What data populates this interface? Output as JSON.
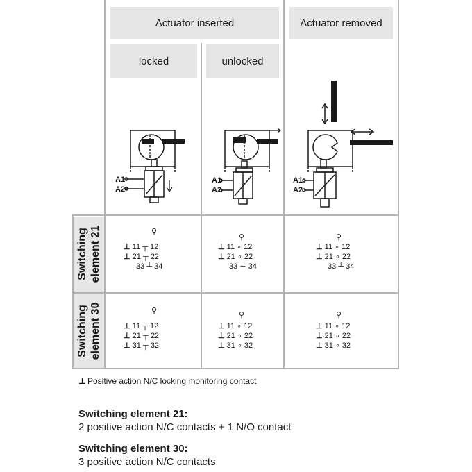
{
  "header": {
    "inserted": "Actuator inserted",
    "removed": "Actuator removed",
    "locked": "locked",
    "unlocked": "unlocked"
  },
  "rows": {
    "se21": "Switching element 21",
    "se21_line1": "Switching",
    "se21_line2": "element 21",
    "se30": "Switching element 30",
    "se30_line1": "Switching",
    "se30_line2": "element 30"
  },
  "terminals": {
    "a1": "A1",
    "a2": "A2"
  },
  "contacts": {
    "se21": [
      "11",
      "12",
      "21",
      "22",
      "33",
      "34"
    ],
    "se30": [
      "11",
      "12",
      "21",
      "22",
      "31",
      "32"
    ]
  },
  "footnote": "Positive action N/C locking monitoring contact",
  "description": {
    "se21_title": "Switching element 21:",
    "se21_text": "2 positive action N/C contacts + 1 N/O contact",
    "se30_title": "Switching element 30:",
    "se30_text": "3 positive action N/C contacts"
  }
}
